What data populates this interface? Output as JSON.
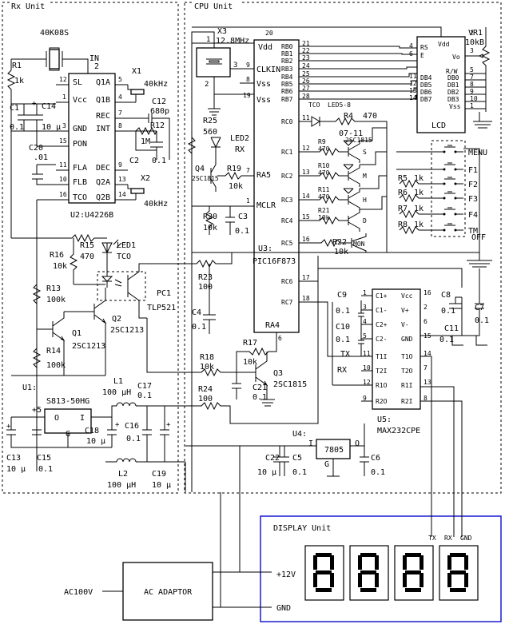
{
  "units": {
    "rx": "Rx Unit",
    "cpu": "CPU Unit",
    "display": "DISPLAY Unit"
  },
  "rx": {
    "crystal_40k": "40K08S",
    "r1": "R1",
    "r1_val": "1k",
    "c1": "C1",
    "c1_val": "0.1",
    "c14": "C14",
    "c14_val": "10 µ",
    "c20": "C20",
    "c20_val": ".01",
    "c12": "C12",
    "c12_val": "680p",
    "r12": "R12",
    "r12_val": "1M",
    "c2": "C2",
    "c2_val": "0.1",
    "x1": "X1",
    "x1_val": "40kHz",
    "x2": "X2",
    "x2_val": "40kHz",
    "u2": "U2:U4226B",
    "u2_left_pins": [
      "SL",
      "Vcc",
      "GND",
      "PON",
      "FLA",
      "FLB",
      "TCO"
    ],
    "u2_left_nums": [
      "12",
      "1",
      "3",
      "15",
      "11",
      "10",
      "16"
    ],
    "u2_right_pins": [
      "Q1A",
      "Q1B",
      "REC",
      "INT",
      "DEC",
      "Q2A",
      "Q2B"
    ],
    "u2_right_nums": [
      "5",
      "4",
      "7",
      "8",
      "9",
      "13",
      "14"
    ],
    "u2_in": "IN",
    "u2_in_num": "2",
    "led1": "LED1",
    "led1_sub": "TCO",
    "r15": "R15",
    "r15_val": "470",
    "r16": "R16",
    "r16_val": "10k",
    "r13": "R13",
    "r13_val": "100k",
    "r14": "R14",
    "r14_val": "100k",
    "q1": "Q1",
    "q1_val": "2SC1213",
    "q2": "Q2",
    "q2_val": "2SC1213",
    "pc1": "PC1",
    "pc1_val": "TLP521",
    "u1": "U1:",
    "u1_val": "S813-50HG",
    "u1_o": "O",
    "u1_i": "I",
    "u1_g": "G",
    "plus5": "+5",
    "l1": "L1",
    "l1_val": "100 µH",
    "l2": "L2",
    "l2_val": "100 µH",
    "c17": "C17",
    "c17_val": "0.1",
    "c18": "C18",
    "c18_val": "10 µ",
    "c16": "C16",
    "c16_val": "0.1",
    "c19": "C19",
    "c19_val": "10 µ",
    "c13": "C13",
    "c13_val": "10 µ",
    "c15": "C15",
    "c15_val": "0.1"
  },
  "cpu": {
    "x3": "X3",
    "x3_val": "12.8MHz",
    "u3": "U3:",
    "u3_val": "PIC16F873",
    "u3_left_pins": [
      "Vdd",
      "CLKIN",
      "Vss",
      "Vss",
      "RA5",
      "MCLR"
    ],
    "u3_left_nums": [
      "20",
      "9",
      "8",
      "19",
      "7",
      "1"
    ],
    "u3_right_pins": [
      "RB0",
      "RB1",
      "RB2",
      "RB3",
      "RB4",
      "RB5",
      "RB6",
      "RB7",
      "RC0",
      "RC1",
      "RC2",
      "RC3",
      "RC4",
      "RC5",
      "RC6",
      "RC7"
    ],
    "u3_right_nums": [
      "21",
      "22",
      "23",
      "24",
      "25",
      "26",
      "27",
      "28",
      "11",
      "12",
      "13",
      "14",
      "15",
      "16",
      "17",
      "18"
    ],
    "ra4": "RA4",
    "ra4_num": "6",
    "pin_nums_misc": [
      "1",
      "2",
      "3"
    ],
    "r25": "R25",
    "r25_val": "560",
    "led2": "LED2",
    "led2_sub": "RX",
    "q4": "Q4",
    "q4_val": "2SC1815",
    "r19": "R19",
    "r19_val": "10k",
    "r20": "R20",
    "r20_val": "10k",
    "c3": "C3",
    "c3_val": "0.1",
    "r23": "R23",
    "r23_val": "100",
    "c4": "C4",
    "c4_val": "0.1",
    "r18": "R18",
    "r18_val": "10k",
    "r17": "R17",
    "r17_val": "10k",
    "c21": "C21",
    "c21_val": "0.1",
    "q3": "Q3",
    "q3_val": "2SC1815",
    "r24": "R24",
    "r24_val": "100",
    "tco": "TCO",
    "led58": "LED5-8",
    "r4": "R4",
    "r4_val": "470",
    "led_range": "07-11",
    "r9": "R9",
    "r9_val": "470",
    "r10": "R10",
    "r10_val": "470",
    "r11": "R11",
    "r11_val": "470",
    "r21": "R21",
    "r21_val": "10k",
    "r22": "R22",
    "r22_val": "10k",
    "q_tr": "2SC1815",
    "q_letters": [
      "S",
      "M",
      "H",
      "D"
    ],
    "mon": "MON",
    "lcd": "LCD",
    "lcd_pins": [
      "Vdd",
      "RS",
      "E",
      "Vo",
      "R/W",
      "DB0",
      "DB1",
      "DB2",
      "DB3",
      "Vss",
      "DB4",
      "DB5",
      "DB6",
      "DB7"
    ],
    "lcd_left_nums": [
      "4",
      "6",
      "11",
      "12",
      "13",
      "14"
    ],
    "lcd_right_nums": [
      "2",
      "3",
      "5",
      "7",
      "8",
      "9",
      "10",
      "1"
    ],
    "vr1": "VR1",
    "vr1_val": "10kB",
    "r5": "R5",
    "r5_val": "1k",
    "r6": "R6",
    "r6_val": "1k",
    "r7": "R7",
    "r7_val": "1k",
    "r8": "R8",
    "r8_val": "1k",
    "switches": [
      "MENU",
      "F1",
      "F2",
      "F3",
      "F4",
      "TM"
    ],
    "off": "OFF",
    "u5": "U5:",
    "u5_val": "MAX232CPE",
    "u5_left_pins": [
      "C1+",
      "C1-",
      "C2+",
      "C2-",
      "T1I",
      "T2I",
      "R1O",
      "R2O"
    ],
    "u5_left_nums": [
      "1",
      "3",
      "4",
      "5",
      "11",
      "10",
      "12",
      "9"
    ],
    "u5_right_pins": [
      "Vcc",
      "V+",
      "V-",
      "GND",
      "T1O",
      "T2O",
      "R1I",
      "R2I"
    ],
    "u5_right_nums": [
      "16",
      "2",
      "6",
      "15",
      "14",
      "7",
      "13",
      "8"
    ],
    "c9": "C9",
    "c9_val": "0.1",
    "c10": "C10",
    "c10_val": "0.1",
    "c8": "C8",
    "c8_val": "0.1",
    "c7": "C7",
    "c7_val": "0.1",
    "c11": "C11",
    "c11_val": "0.1",
    "tx": "TX",
    "rx": "RX",
    "u4": "U4:",
    "u4_val": "7805",
    "u4_i": "I",
    "u4_o": "O",
    "u4_g": "G",
    "c22": "C22",
    "c22_val": "10 µ",
    "c5": "C5",
    "c5_val": "0.1",
    "c6": "C6",
    "c6_val": "0.1"
  },
  "display": {
    "tx": "TX",
    "rx": "RX",
    "gnd": "GND"
  },
  "power": {
    "ac_in": "AC100V",
    "adaptor": "AC ADAPTOR",
    "v12": "+12V",
    "gnd": "GND"
  },
  "colors": {
    "display_border": "#1a1ad0",
    "wire": "#000000"
  }
}
